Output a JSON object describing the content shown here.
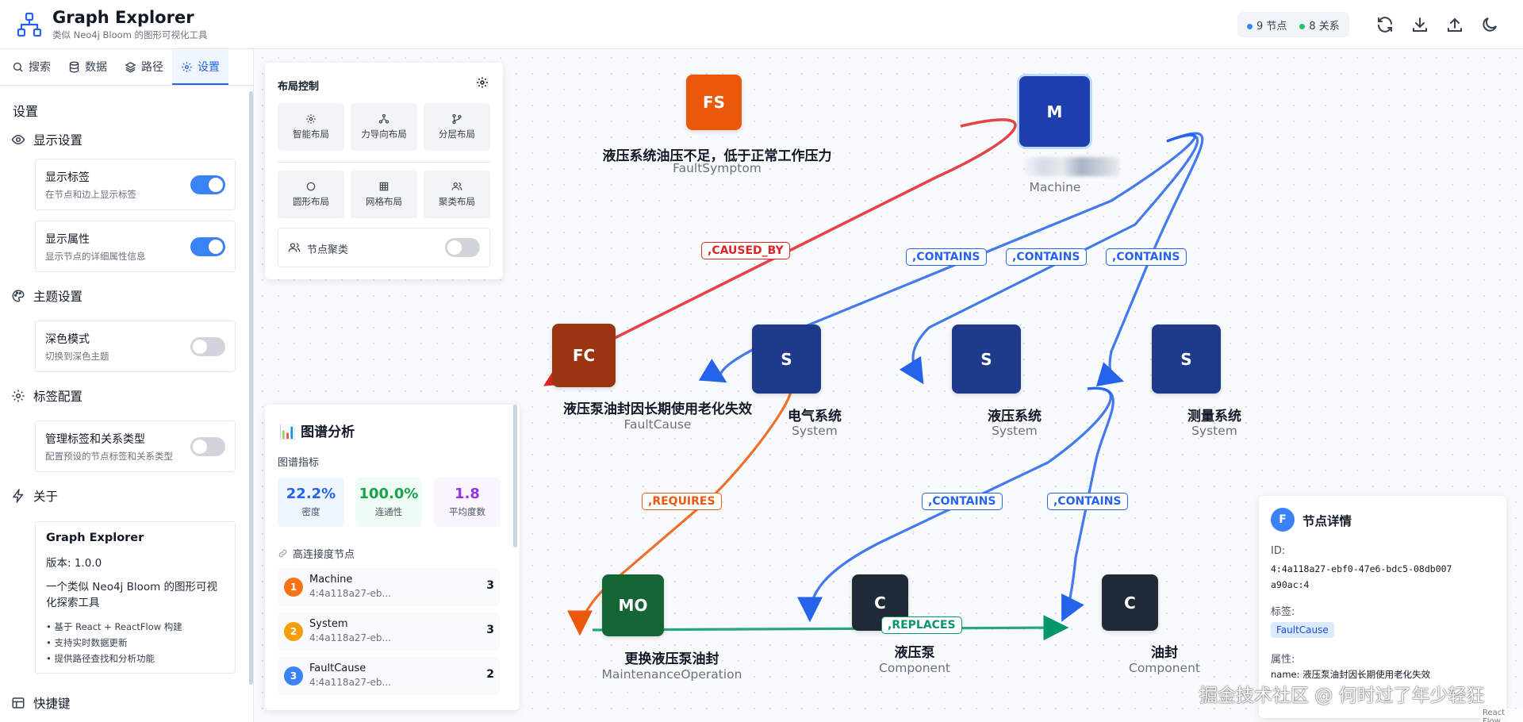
{
  "header": {
    "title": "Graph Explorer",
    "subtitle": "类似 Neo4j Bloom 的图形可视化工具",
    "nodes_stat": "9 节点",
    "rels_stat": "8 关系",
    "nodes_color": "#3b82f6",
    "rels_color": "#22c55e"
  },
  "tabs": [
    {
      "label": "搜索",
      "icon": "search-icon"
    },
    {
      "label": "数据",
      "icon": "database-icon"
    },
    {
      "label": "路径",
      "icon": "layers-icon"
    },
    {
      "label": "设置",
      "icon": "gear-icon"
    }
  ],
  "settings": {
    "title": "设置",
    "display_group": "显示设置",
    "show_labels": {
      "title": "显示标签",
      "desc": "在节点和边上显示标签",
      "on": true
    },
    "show_props": {
      "title": "显示属性",
      "desc": "显示节点的详细属性信息",
      "on": true
    },
    "theme_group": "主题设置",
    "dark_mode": {
      "title": "深色模式",
      "desc": "切换到深色主题",
      "on": false
    },
    "label_group": "标签配置",
    "manage_labels": {
      "title": "管理标签和关系类型",
      "desc": "配置预设的节点标签和关系类型",
      "on": false
    },
    "about_group": "关于",
    "about": {
      "name": "Graph Explorer",
      "version": "版本: 1.0.0",
      "desc": "一个类似 Neo4j Bloom 的图形可视化探索工具",
      "features": [
        "• 基于 React + ReactFlow 构建",
        "• 支持实时数据更新",
        "• 提供路径查找和分析功能"
      ]
    },
    "shortcuts_group": "快捷键"
  },
  "layout_panel": {
    "title": "布局控制",
    "buttons": [
      {
        "label": "智能布局",
        "icon": "gear-icon"
      },
      {
        "label": "力导向布局",
        "icon": "network-icon"
      },
      {
        "label": "分层布局",
        "icon": "branch-icon"
      },
      {
        "label": "圆形布局",
        "icon": "circle-icon"
      },
      {
        "label": "网格布局",
        "icon": "grid-icon"
      },
      {
        "label": "聚类布局",
        "icon": "users-icon"
      }
    ],
    "cluster_label": "节点聚类",
    "cluster_on": false
  },
  "analysis_panel": {
    "title": "📊 图谱分析",
    "metrics_title": "图谱指标",
    "metrics": [
      {
        "value": "22.2%",
        "label": "密度",
        "color": "#2563eb",
        "bg": "#eff6ff"
      },
      {
        "value": "100.0%",
        "label": "连通性",
        "color": "#16a34a",
        "bg": "#f0fdf4"
      },
      {
        "value": "1.8",
        "label": "平均度数",
        "color": "#9333ea",
        "bg": "#faf5ff"
      }
    ],
    "top_title": "高连接度节点",
    "top_nodes": [
      {
        "rank": "1",
        "name": "Machine",
        "id": "4:4a118a27-eb...",
        "degree": "3",
        "color": "#f97316"
      },
      {
        "rank": "2",
        "name": "System",
        "id": "4:4a118a27-eb...",
        "degree": "3",
        "color": "#f59e0b"
      },
      {
        "rank": "3",
        "name": "FaultCause",
        "id": "4:4a118a27-eb...",
        "degree": "2",
        "color": "#3b82f6"
      }
    ]
  },
  "graph": {
    "nodes": [
      {
        "abbr": "FS",
        "name": "液压系统油压不足，低于正常工作压力",
        "label": "FaultSymptom",
        "color": "#ea580c"
      },
      {
        "abbr": "M",
        "name": "",
        "label": "Machine",
        "color": "#1e40af"
      },
      {
        "abbr": "FC",
        "name": "液压泵油封因长期使用老化失效",
        "label": "FaultCause",
        "color": "#9a3412"
      },
      {
        "abbr": "S",
        "name": "电气系统",
        "label": "System",
        "color": "#1e3a8a"
      },
      {
        "abbr": "S",
        "name": "液压系统",
        "label": "System",
        "color": "#1e3a8a"
      },
      {
        "abbr": "S",
        "name": "测量系统",
        "label": "System",
        "color": "#1e3a8a"
      },
      {
        "abbr": "MO",
        "name": "更换液压泵油封",
        "label": "MaintenanceOperation",
        "color": "#166534"
      },
      {
        "abbr": "C",
        "name": "液压泵",
        "label": "Component",
        "color": "#1f2937"
      },
      {
        "abbr": "C",
        "name": "油封",
        "label": "Component",
        "color": "#1f2937"
      }
    ],
    "edge_labels": [
      {
        "text": ",CAUSED_BY",
        "color": "#dc2626"
      },
      {
        "text": ",CONTAINS",
        "color": "#2563eb"
      },
      {
        "text": ",CONTAINS",
        "color": "#2563eb"
      },
      {
        "text": ",CONTAINS",
        "color": "#2563eb"
      },
      {
        "text": ",REQUIRES",
        "color": "#ea580c"
      },
      {
        "text": ",CONTAINS",
        "color": "#2563eb"
      },
      {
        "text": ",CONTAINS",
        "color": "#2563eb"
      },
      {
        "text": ",REPLACES",
        "color": "#059669"
      }
    ]
  },
  "details": {
    "title": "节点详情",
    "avatar": "F",
    "id_label": "ID:",
    "id_value": "4:4a118a27-ebf0-47e6-bdc5-08db007a90ac:4",
    "tags_label": "标签:",
    "tag": "FaultCause",
    "props_label": "属性:",
    "prop": "name: 液压泵油封因长期使用老化失效"
  },
  "watermark": "掘金技术社区 @ 何时过了年少轻狂",
  "attribution": "React Flow"
}
